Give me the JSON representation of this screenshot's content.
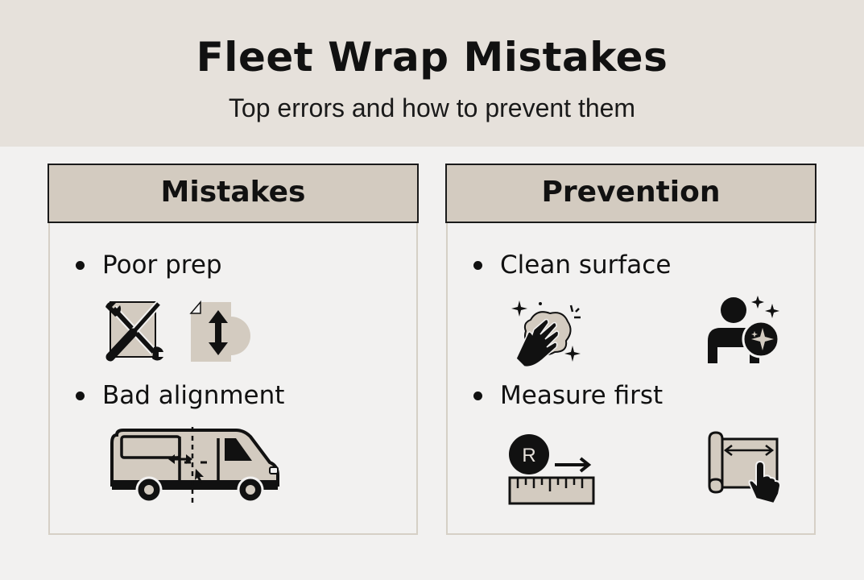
{
  "header": {
    "title": "Fleet Wrap Mistakes",
    "subtitle": "Top errors and how to prevent them"
  },
  "colors": {
    "header_bg": "#e6e1db",
    "page_bg": "#f2f1f0",
    "panel_head_bg": "#d3cbc0",
    "icon_fill": "#d3cbc0",
    "ink": "#111111",
    "panel_border": "#d6d0c6"
  },
  "panels": [
    {
      "title": "Mistakes",
      "items": [
        {
          "label": "Poor prep",
          "icons": [
            "wrench-screwdriver-icon",
            "document-resize-icon"
          ]
        },
        {
          "label": "Bad alignment",
          "icons": [
            "van-alignment-icon"
          ]
        }
      ]
    },
    {
      "title": "Prevention",
      "items": [
        {
          "label": "Clean surface",
          "icons": [
            "hand-wiping-cloth-icon",
            "person-sparkle-icon"
          ]
        },
        {
          "label": "Measure first",
          "icons": [
            "ruler-roll-icon",
            "blueprint-measure-icon"
          ]
        }
      ],
      "ruler_badge_letter": "R"
    }
  ]
}
